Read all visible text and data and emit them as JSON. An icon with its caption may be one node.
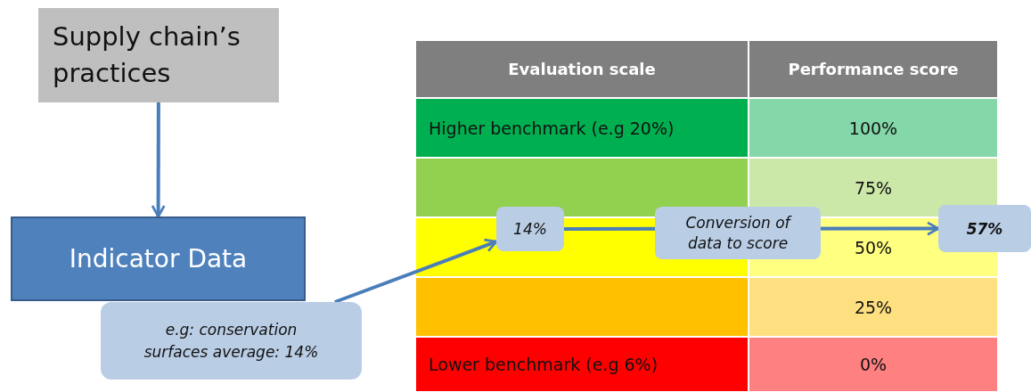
{
  "diagram": {
    "nodes": [
      {
        "text": [
          "Supply chain’s practices"
        ]
      },
      {
        "text": [
          "Indicator Data"
        ]
      },
      {
        "text": [
          "e.g: conservation surfaces average: 14%"
        ]
      },
      {
        "text": [
          "14%"
        ]
      },
      {
        "text": [
          "57%"
        ]
      }
    ],
    "edges": [
      {
        "from": 0,
        "to": 1,
        "arrow": "to"
      },
      {
        "from": 2,
        "to": 3,
        "arrow": "to"
      },
      {
        "from": 3,
        "to": 4,
        "arrow": "to",
        "label": "Conversion of data to score"
      }
    ],
    "labels": [
      "Evaluation scale",
      "Performance score",
      "Higher benchmark (e.g 20%)",
      "100%",
      "75%",
      "50%",
      "25%",
      "Lower benchmark (e.g 6%)",
      "0%"
    ]
  }
}
